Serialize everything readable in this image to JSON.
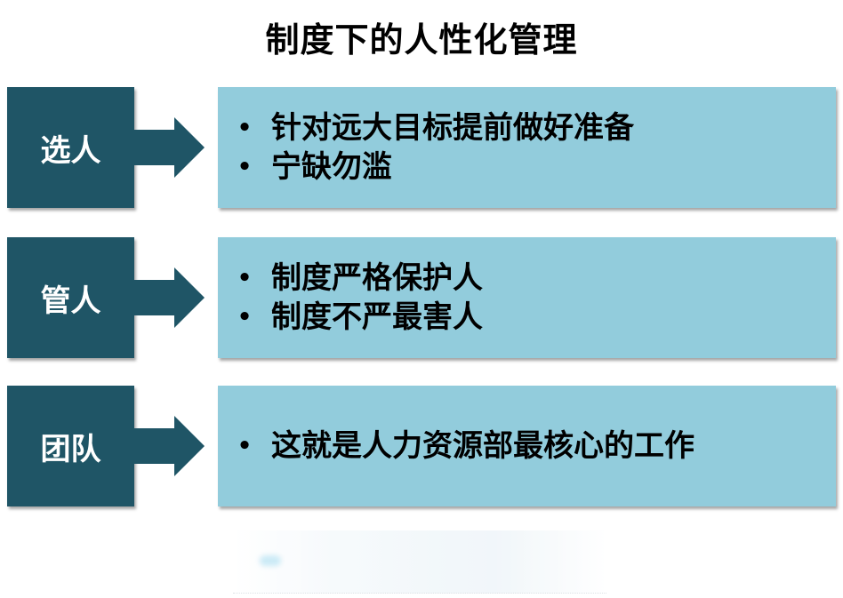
{
  "title": "制度下的人性化管理",
  "colors": {
    "label_bg": "#1f5566",
    "content_bg": "#92ccdc",
    "label_text": "#ffffff",
    "content_text": "#000000"
  },
  "rows": [
    {
      "label": "选人",
      "bullets": [
        "针对远大目标提前做好准备",
        "宁缺勿滥"
      ]
    },
    {
      "label": "管人",
      "bullets": [
        "制度严格保护人",
        "制度不严最害人"
      ]
    },
    {
      "label": "团队",
      "bullets": [
        "这就是人力资源部最核心的工作"
      ]
    }
  ],
  "bullet_glyph": "•"
}
